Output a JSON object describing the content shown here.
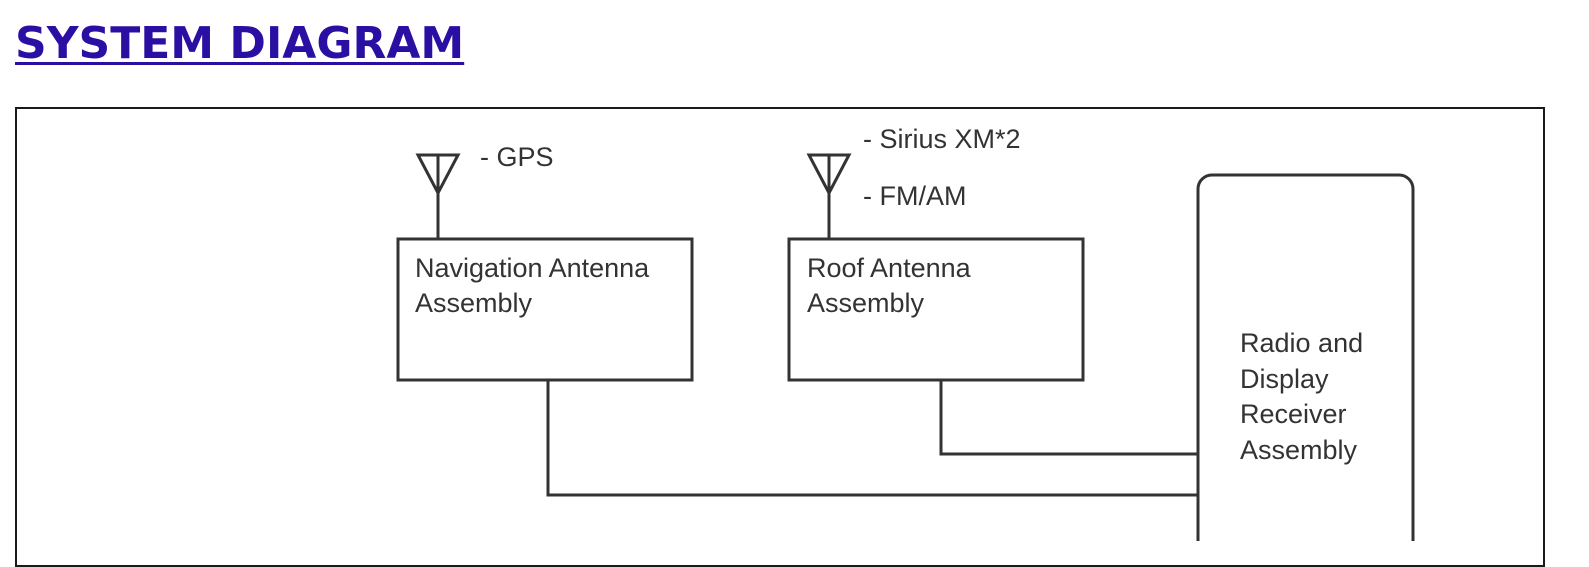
{
  "page": {
    "title": "SYSTEM DIAGRAM"
  },
  "diagram": {
    "navigation_antenna": {
      "label_line1": "Navigation Antenna",
      "label_line2": "Assembly",
      "signal": "- GPS"
    },
    "roof_antenna": {
      "label_line1": "Roof Antenna",
      "label_line2": "Assembly",
      "signal_1": "- Sirius XM*2",
      "signal_2": "- FM/AM"
    },
    "receiver": {
      "label_line1": "Radio and",
      "label_line2": "Display",
      "label_line3": "Receiver",
      "label_line4": "Assembly"
    }
  },
  "colors": {
    "title": "#2b0fa3",
    "line": "#333333",
    "frame": "#1a1a1a"
  }
}
